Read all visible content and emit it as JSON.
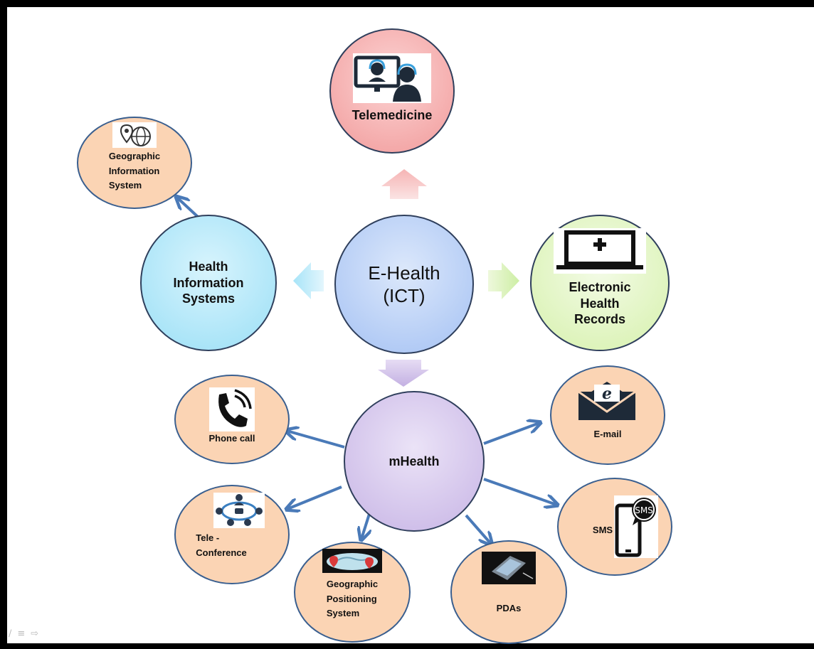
{
  "diagram": {
    "center": "E-Health\n(ICT)",
    "telemedicine": "Telemedicine",
    "his": "Health\nInformation\nSystems",
    "ehr": "Electronic\nHealth\nRecords",
    "mhealth": "mHealth",
    "gis": "Geographic\nInformation\nSystem",
    "phone": "Phone call",
    "email": "E-mail",
    "teleconf": "Tele -\nConference",
    "sms": "SMS",
    "sms_bubble": "SMS",
    "gps": "Geographic\nPositioning\nSystem",
    "pdas": "PDAs"
  },
  "icons": {
    "telemedicine": "headset-agents-icon",
    "gis": "globe-pin-icon",
    "ehr": "laptop-medical-icon",
    "phone": "phone-icon",
    "email": "envelope-icon",
    "teleconf": "conference-icon",
    "sms": "smartphone-sms-icon",
    "gps": "map-pins-icon",
    "pdas": "pda-icon"
  },
  "colors": {
    "center": "#a9c6f5",
    "telemedicine": "#f2a3a3",
    "his": "#a6e4f7",
    "ehr": "#ddf5b8",
    "mhealth": "#cdbde8",
    "leaf": "#fbd4b4",
    "outline": "#2f3f5c",
    "connector": "#4a7ab8"
  }
}
